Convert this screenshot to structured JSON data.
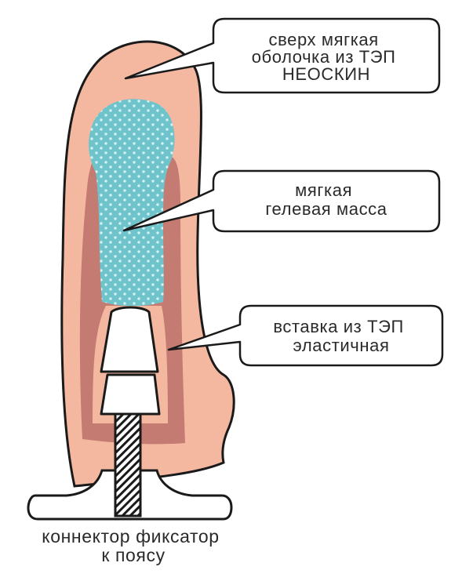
{
  "colors": {
    "shell": "#f4b8a0",
    "gel_channel": "#c47b72",
    "gel_dots_fill": "#6fc4cc",
    "dot": "#d4f1f4",
    "outline": "#1a1a1a"
  },
  "callouts": [
    {
      "id": "shell",
      "lines": [
        "сверх мягкая",
        "оболочка из ТЭП",
        "НЕОСКИН"
      ]
    },
    {
      "id": "gel",
      "lines": [
        "мягкая",
        "гелевая масса"
      ]
    },
    {
      "id": "insert",
      "lines": [
        "вставка из ТЭП",
        "эластичная"
      ]
    }
  ],
  "caption": {
    "lines": [
      "коннектор фиксатор",
      "к поясу"
    ]
  }
}
